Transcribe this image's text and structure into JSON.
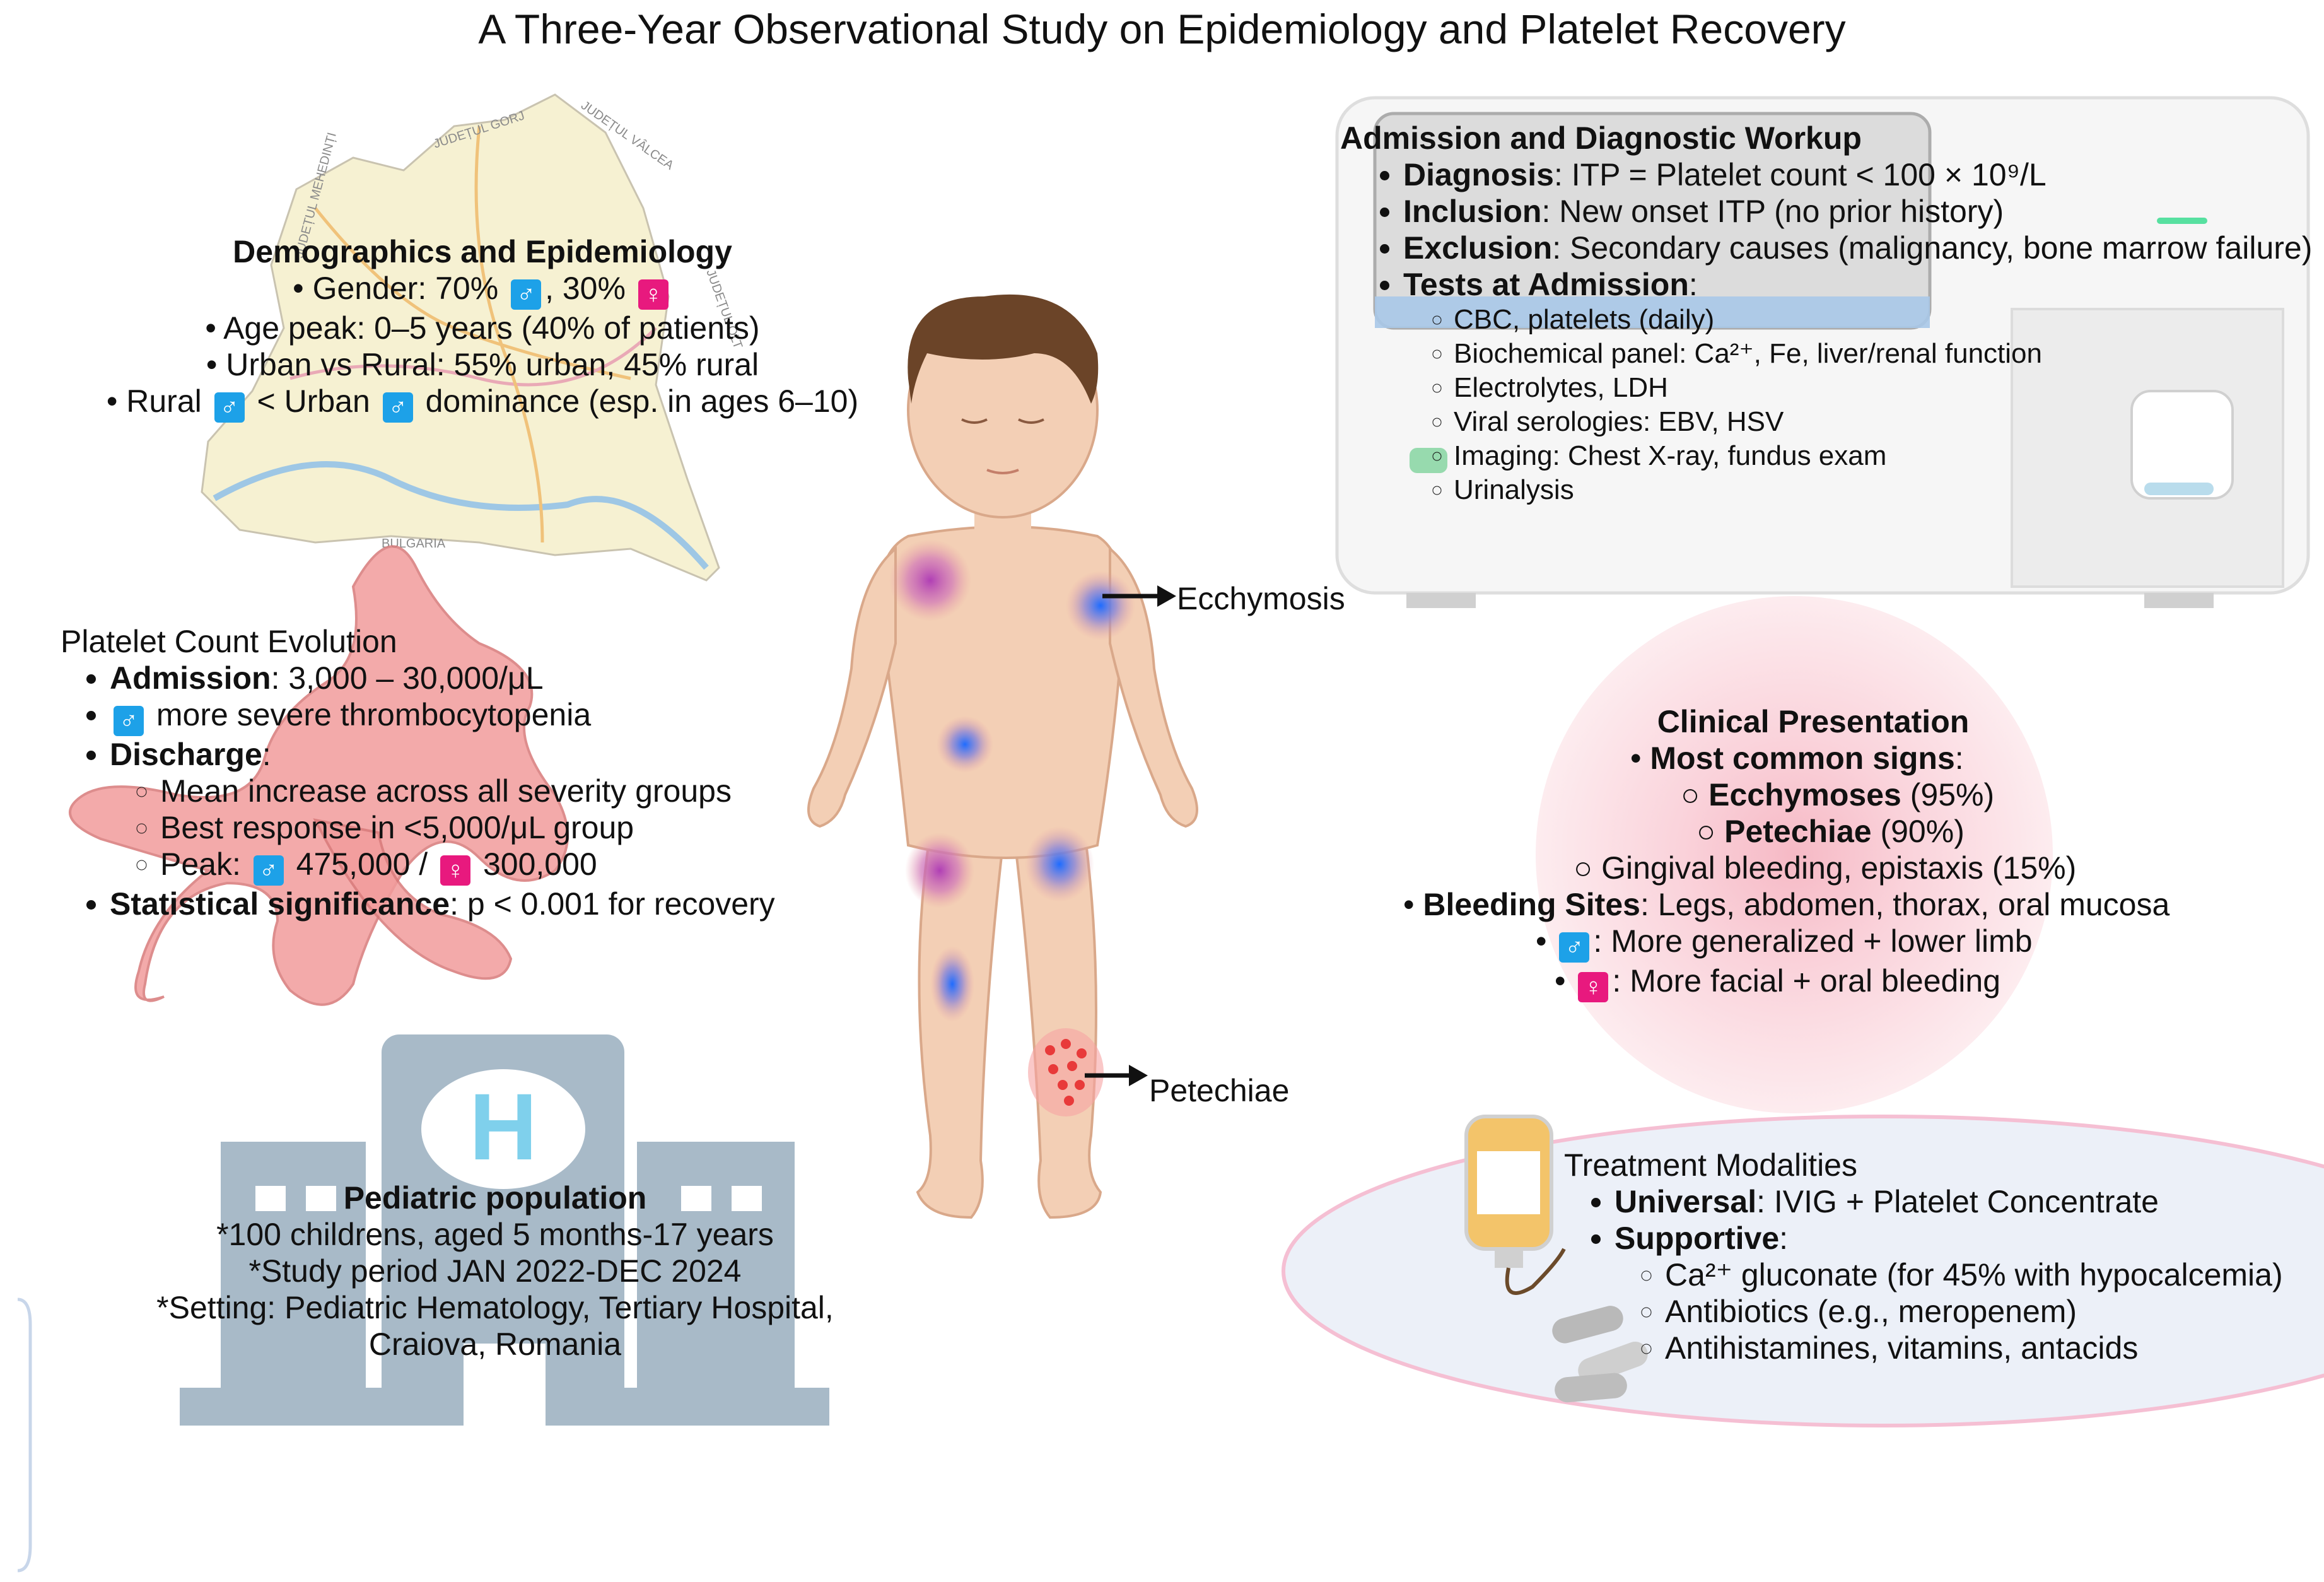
{
  "title": "A Three-Year Observational Study on Epidemiology and Platelet Recovery",
  "symbols": {
    "male": "♂",
    "female": "♀",
    "male_color": "#1da1e8",
    "female_color": "#e8197e"
  },
  "map_labels": {
    "gorj": "JUDEȚUL GORJ",
    "valcea": "JUDEȚUL VÂLCEA",
    "mehedinti": "JUDEȚUL MEHEDINȚI",
    "olt": "JUDEȚUL OLT",
    "bulgaria": "BULGARIA"
  },
  "demographics": {
    "heading": "Demographics and Epidemiology",
    "gender_a": "Gender: 70% ",
    "gender_b": ", 30% ",
    "age": "Age peak: 0–5 years (40% of patients)",
    "urban": "Urban vs Rural: 55% urban, 45% rural",
    "rural_a": "Rural ",
    "rural_b": " < Urban ",
    "rural_c": " dominance (esp. in ages 6–10)"
  },
  "platelet": {
    "heading": "Platelet Count Evolution",
    "admission_label": "Admission",
    "admission_value": ": 3,000 – 30,000/μL",
    "severe": " more severe thrombocytopenia",
    "discharge_label": "Discharge",
    "discharge_colon": ":",
    "mean": "Mean increase across all severity groups",
    "best": "Best response in <5,000/μL group",
    "peak_a": "Peak: ",
    "peak_b": " 475,000 / ",
    "peak_c": " 300,000",
    "stat_label": "Statistical significance",
    "stat_value": ": p < 0.001 for recovery"
  },
  "population": {
    "heading": "Pediatric population",
    "line1": "*100 childrens, aged 5 months-17 years",
    "line2": "*Study period JAN 2022-DEC 2024",
    "line3": "*Setting: Pediatric Hematology, Tertiary Hospital,",
    "line4": "Craiova, Romania",
    "hospital_letter": "H"
  },
  "figure_labels": {
    "ecchymosis": "Ecchymosis",
    "petechiae": "Petechiae"
  },
  "admission": {
    "heading": "Admission and  Diagnostic Workup",
    "diagnosis_label": "Diagnosis",
    "diagnosis_value": ": ITP = Platelet count < 100 × 10⁹/L",
    "inclusion_label": "Inclusion",
    "inclusion_value": ": New onset ITP (no prior history)",
    "exclusion_label": "Exclusion",
    "exclusion_value": ":  Secondary  causes  (malignancy,  bone  marrow failure)",
    "tests_label": "Tests at Admission",
    "tests_colon": ":",
    "tests": [
      "CBC, platelets (daily)",
      "Biochemical panel: Ca²⁺, Fe, liver/renal function",
      "Electrolytes, LDH",
      "Viral serologies: EBV, HSV",
      "Imaging: Chest X-ray, fundus exam",
      "Urinalysis"
    ]
  },
  "clinical": {
    "heading": "Clinical Presentation",
    "signs_label": "Most common signs",
    "signs_colon": ":",
    "ecchymoses_label": "Ecchymoses",
    "ecchymoses_value": " (95%)",
    "petechiae_label": "Petechiae",
    "petechiae_value": " (90%)",
    "gingival": "Gingival bleeding, epistaxis (15%)",
    "sites_label": "Bleeding Sites",
    "sites_value": ": Legs, abdomen, thorax, oral mucosa",
    "male_line": ": More generalized + lower limb",
    "female_line": ": More facial + oral bleeding"
  },
  "treatment": {
    "heading": "Treatment Modalities",
    "universal_label": "Universal",
    "universal_value": ": IVIG + Platelet Concentrate",
    "supportive_label": "Supportive",
    "supportive_colon": ":",
    "items": [
      "Ca²⁺ gluconate (for 45% with hypocalcemia)",
      "Antibiotics (e.g., meropenem)",
      "Antihistamines, vitamins, antacids"
    ]
  }
}
